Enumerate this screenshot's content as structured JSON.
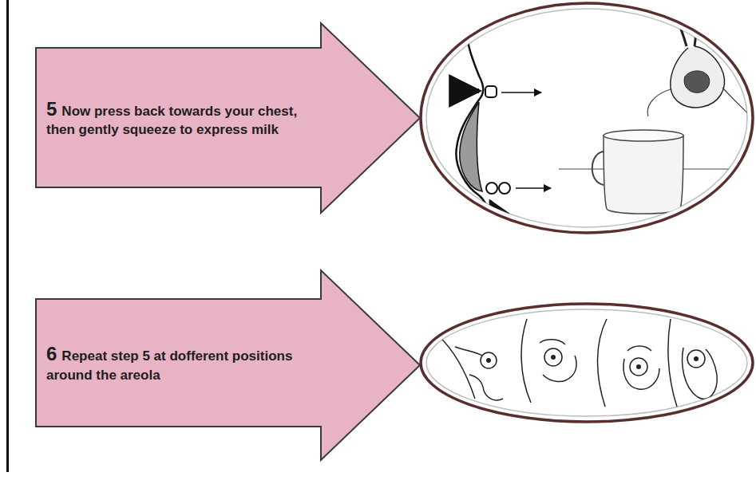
{
  "diagram": {
    "nodes": [
      {
        "text": [
          "5",
          "Now press back towards your chest, then gently squeeze to express milk"
        ]
      },
      {
        "text": [
          "6",
          "Repeat step 5 at dofferent positions around the areola"
        ]
      }
    ]
  }
}
